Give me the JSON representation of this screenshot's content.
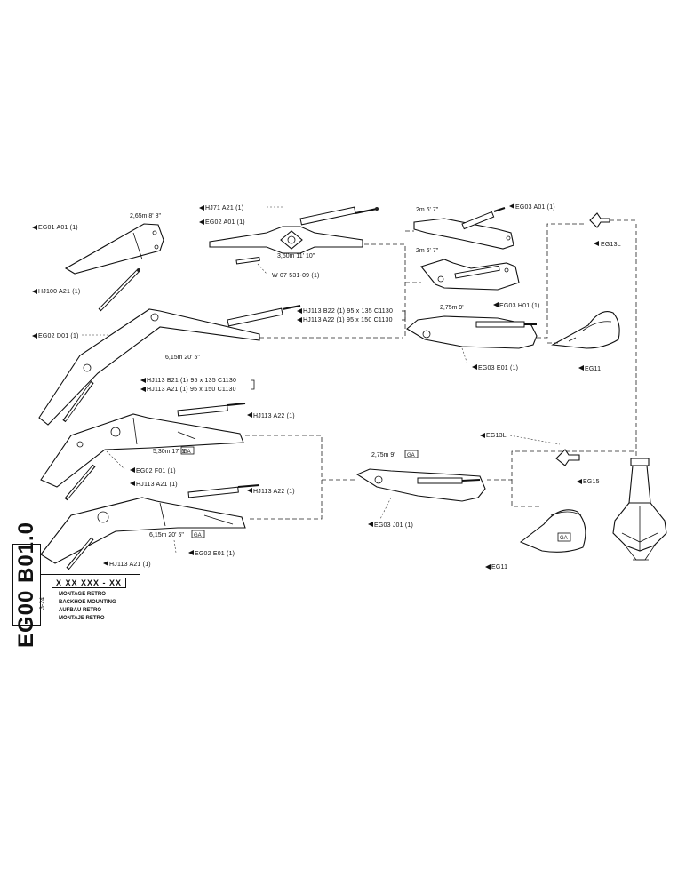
{
  "document": {
    "code": "EG00 B01.0",
    "serial": "X XX XXX - XX",
    "page": "3-24",
    "titles": [
      "MONTAGE RETRO",
      "BACKHOE MOUNTING",
      "AUFBAU RETRO",
      "MONTAJE RETRO"
    ]
  },
  "labels": {
    "eg01_a01": "EG01  A01 (1)",
    "hj100_a21": "HJ100  A21 (1)",
    "hj71_a21": "HJ71  A21 (1)",
    "eg02_a01": "EG02  A01 (1)",
    "w07": "W 07 531-09 (1)",
    "eg03_a01": "EG03  A01 (1)",
    "eg13l_top": "EG13L",
    "eg03_h01": "EG03  H01 (1)",
    "eg02_d01": "EG02  D01 (1)",
    "hj113_b22": "HJ113  B22 (1)   95 x 135   C1130",
    "hj113_a22_top": "HJ113  A22 (1)   95 x 150   C1130",
    "eg03_e01": "EG03  E01 (1)",
    "eg11_top": "EG11",
    "hj113_b21": "HJ113  B21 (1)   95 x 135   C1130",
    "hj113_a21_pair": "HJ113  A21 (1)   95 x 150   C1130",
    "hj113_a22_mid": "HJ113  A22 (1)",
    "eg02_f01": "EG02  F01 (1)",
    "hj113_a21_mid": "HJ113  A21 (1)",
    "hj113_a22_low": "HJ113  A22 (1)",
    "eg02_e01": "EG02  E01 (1)",
    "hj113_a21_low": "HJ113  A21 (1)",
    "eg13l_low": "EG13L",
    "eg15": "EG15",
    "eg03_j01": "EG03  J01 (1)",
    "eg11_low": "EG11"
  },
  "dimensions": {
    "eg01": "2,65m     8' 8\"",
    "eg02_a01": "3,60m     11' 10\"",
    "eg03_a01": "2m     6' 7\"",
    "eg03_h01_top": "2m     6' 7\"",
    "eg03_h01": "2,75m     9'",
    "eg02_d01": "6,15m  20' 5\"",
    "eg02_f01": "5,30m     17' 5\"",
    "eg02_e01": "6,15m  20' 5\"",
    "eg03_j01": "2,75m     9'"
  },
  "badges": {
    "ga": "GA"
  }
}
